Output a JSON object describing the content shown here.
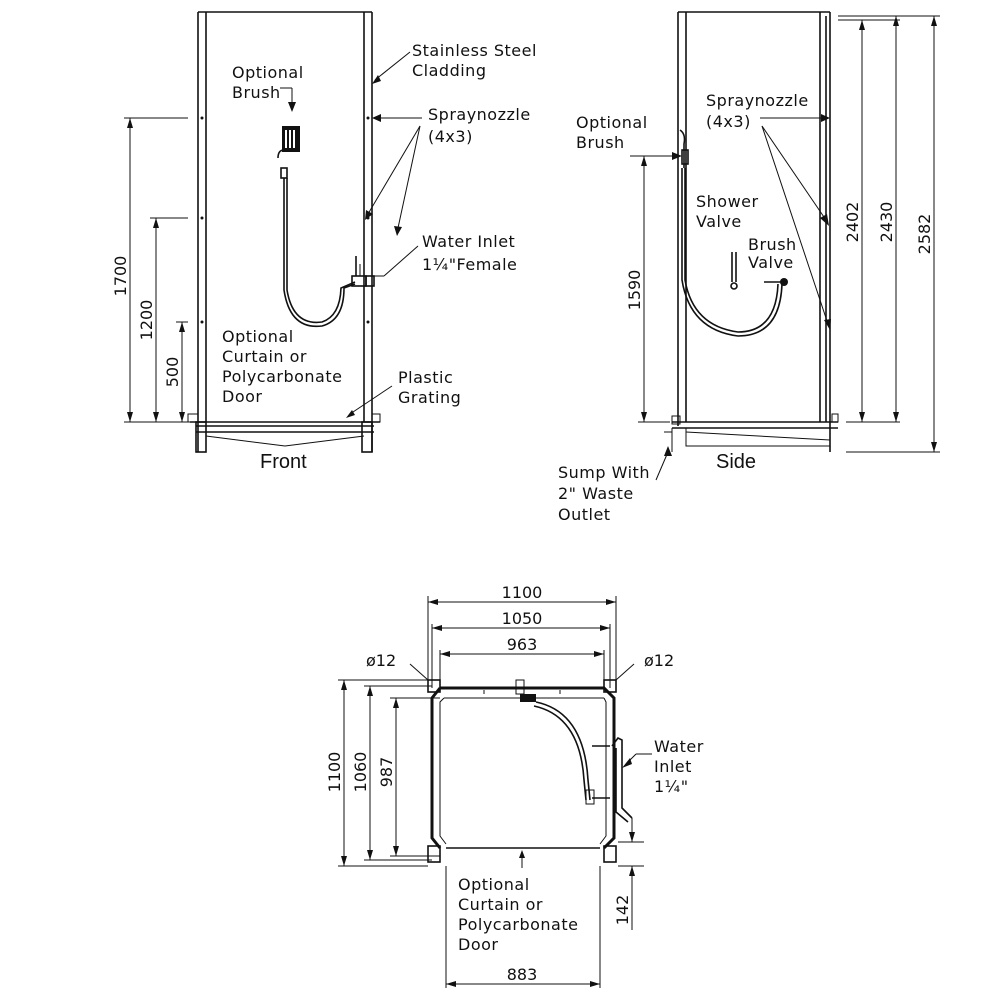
{
  "views": {
    "front": "Front",
    "side": "Side"
  },
  "front_labels": {
    "brush_1": "Optional",
    "brush_2": "Brush",
    "cladding_1": "Stainless Steel",
    "cladding_2": "Cladding",
    "spray_1": "Spraynozzle",
    "spray_2": "(4x3)",
    "inlet_1": "Water Inlet",
    "inlet_2": "1¼\"Female",
    "curtain_1": "Optional",
    "curtain_2": "Curtain or",
    "curtain_3": "Polycarbonate",
    "curtain_4": "Door",
    "grating_1": "Plastic",
    "grating_2": "Grating"
  },
  "front_dims": {
    "d1700": "1700",
    "d1200": "1200",
    "d500": "500"
  },
  "side_labels": {
    "spray_1": "Spraynozzle",
    "spray_2": "(4x3)",
    "brush_1": "Optional",
    "brush_2": "Brush",
    "valve_1": "Shower",
    "valve_2": "Valve",
    "bvalve_1": "Brush",
    "bvalve_2": "Valve",
    "sump_1": "Sump With",
    "sump_2": "2\" Waste",
    "sump_3": "Outlet"
  },
  "side_dims": {
    "d1590": "1590",
    "d2402": "2402",
    "d2430": "2430",
    "d2582": "2582"
  },
  "plan_labels": {
    "inlet_1": "Water",
    "inlet_2": "Inlet",
    "inlet_3": "1¼\"",
    "curtain_1": "Optional",
    "curtain_2": "Curtain or",
    "curtain_3": "Polycarbonate",
    "curtain_4": "Door"
  },
  "plan_dims": {
    "w1100": "1100",
    "w1050": "1050",
    "w963": "963",
    "phi_left": "ø12",
    "phi_right": "ø12",
    "h1100": "1100",
    "h1060": "1060",
    "h987": "987",
    "d142": "142",
    "w883": "883"
  }
}
